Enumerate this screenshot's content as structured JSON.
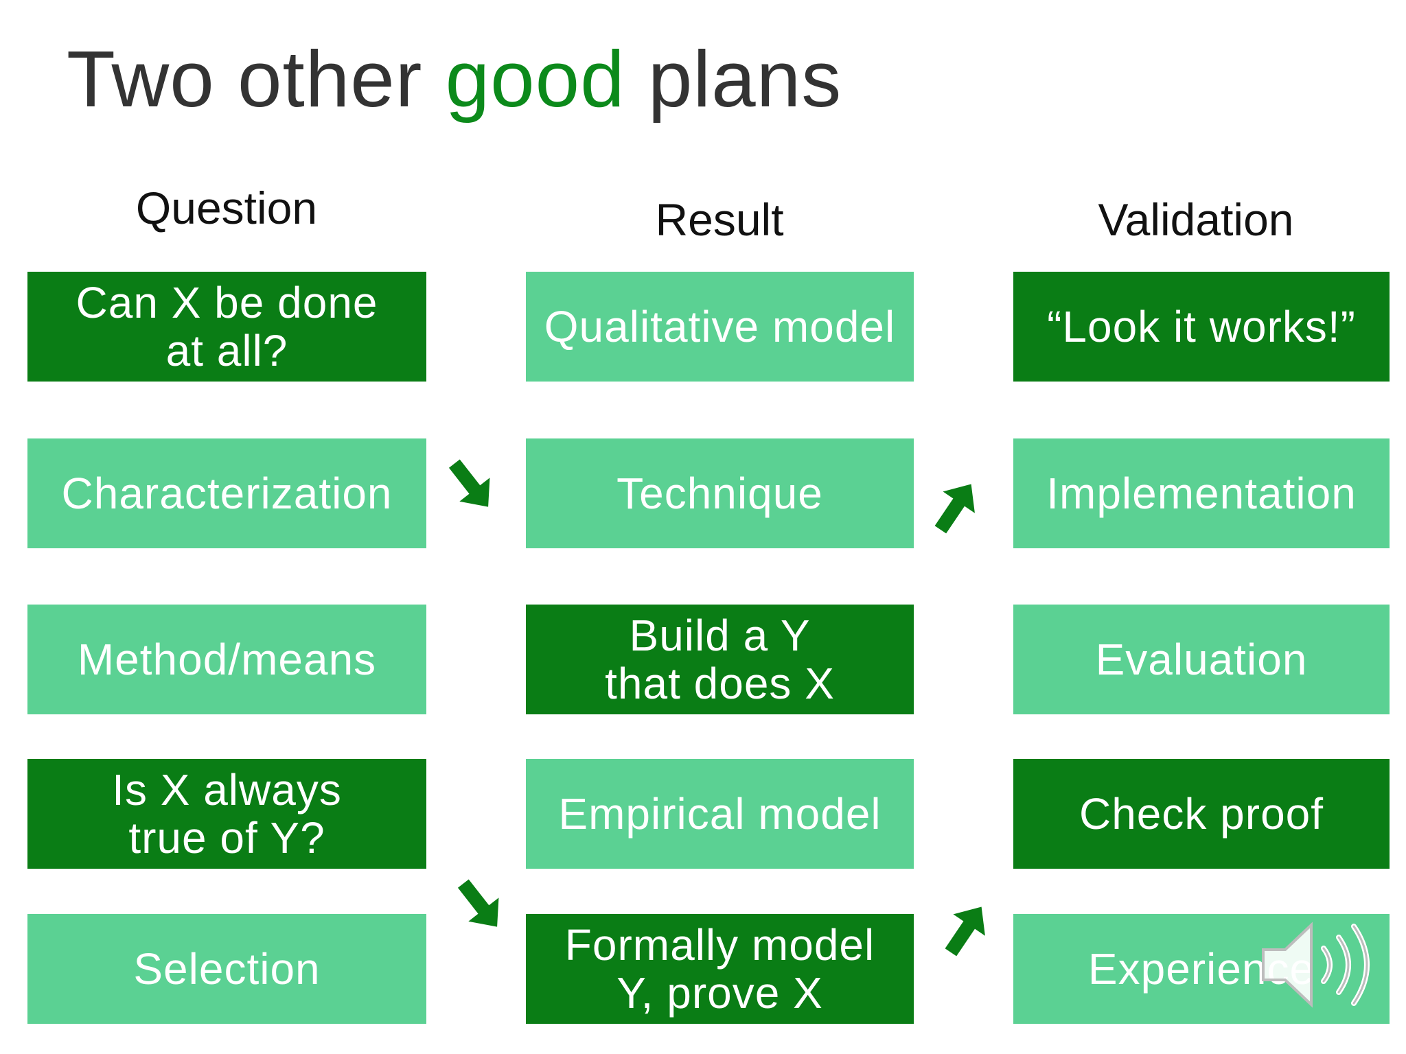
{
  "title": {
    "prefix": "Two other ",
    "accent": "good",
    "suffix": " plans"
  },
  "columns": {
    "question": "Question",
    "result": "Result",
    "validation": "Validation"
  },
  "question_boxes": [
    "Can X be done\nat all?",
    "Characterization",
    "Method/means",
    "Is X always\ntrue of Y?",
    "Selection"
  ],
  "result_boxes": [
    "Qualitative model",
    "Technique",
    "Build a Y\nthat does X",
    "Empirical model",
    "Formally model\nY, prove X"
  ],
  "validation_boxes": [
    "“Look it works!”",
    "Implementation",
    "Evaluation",
    "Check proof",
    "Experience"
  ],
  "colors": {
    "dark_green": "#0a7d15",
    "light_green": "#5bd193",
    "accent_title": "#0c8a1b"
  },
  "icons": {
    "arrow": "arrow-icon",
    "speaker": "speaker-icon"
  }
}
